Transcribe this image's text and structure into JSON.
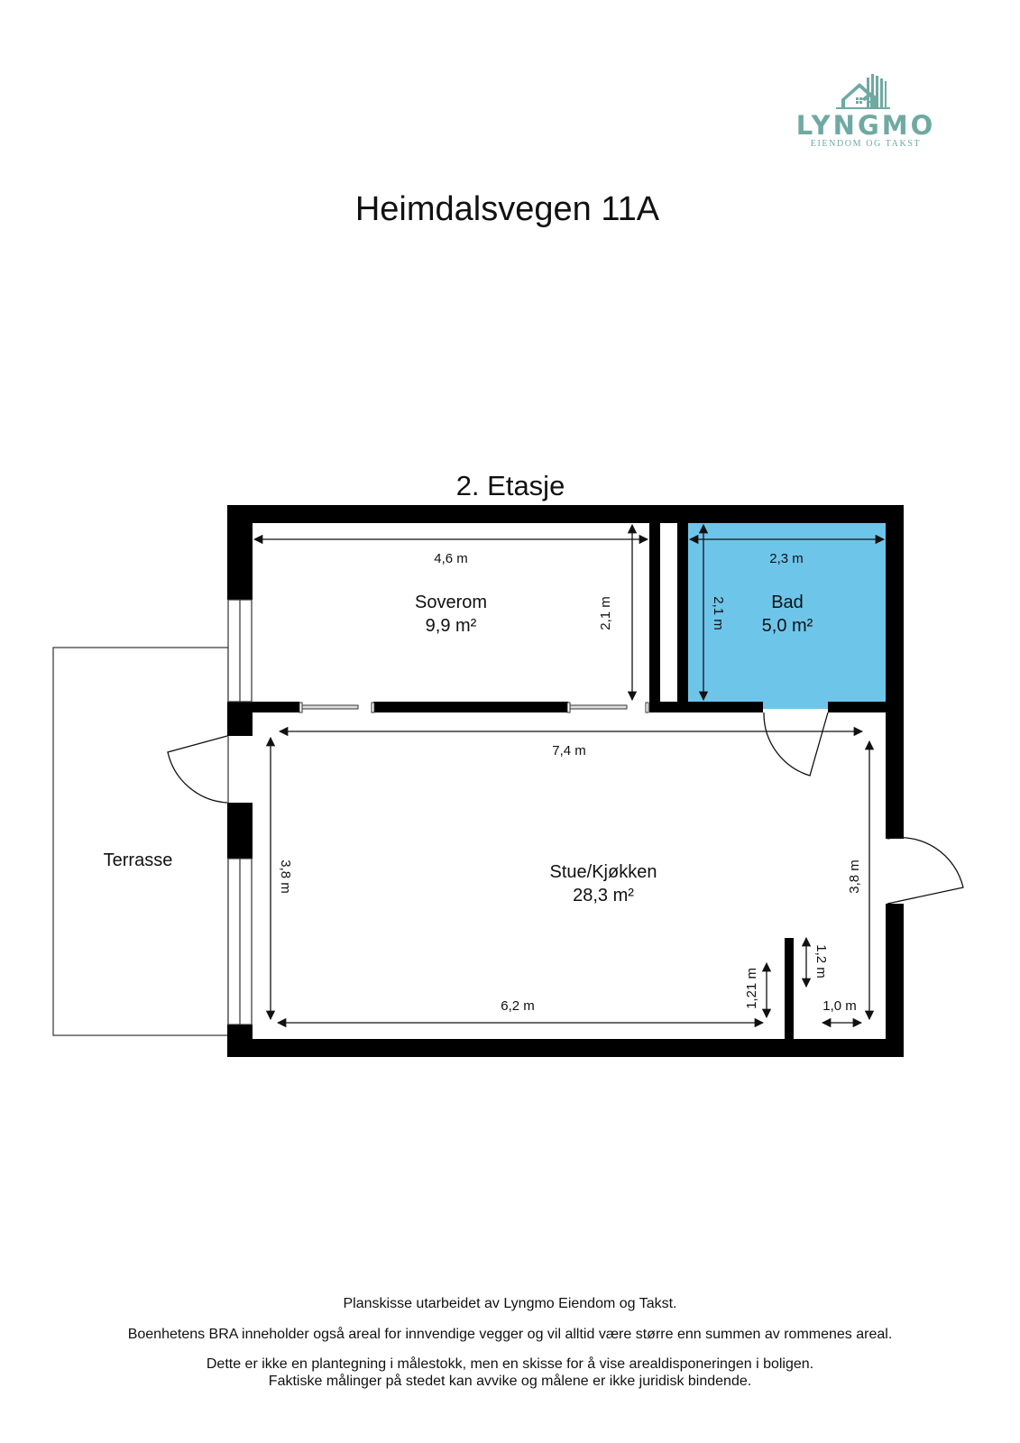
{
  "logo": {
    "icon": "house-buildings-icon",
    "name": "LYNGMO",
    "tagline": "EIENDOM OG TAKST",
    "color": "#6fa9a2"
  },
  "title": "Heimdalsvegen 11A",
  "floor": {
    "label": "2. Etasje",
    "rooms": [
      {
        "name": "Soverom",
        "area": "9,9 m²",
        "fill": "#ffffff"
      },
      {
        "name": "Bad",
        "area": "5,0 m²",
        "fill": "#6ec5ea"
      },
      {
        "name": "Stue/Kjøkken",
        "area": "28,3 m²",
        "fill": "#ffffff"
      },
      {
        "name": "Terrasse",
        "area": "",
        "fill": "#ffffff"
      }
    ],
    "dimensions": {
      "soverom_width": "4,6 m",
      "soverom_depth": "2,1 m",
      "bad_width": "2,3 m",
      "bad_depth": "2,1 m",
      "stue_width": "7,4 m",
      "stue_depth_left": "3,8 m",
      "stue_depth_right": "3,8 m",
      "stue_inner_width": "6,2 m",
      "nook_depth_a": "1,21 m",
      "nook_depth_b": "1,2 m",
      "nook_width": "1,0 m"
    }
  },
  "footer": {
    "line1": "Planskisse utarbeidet av Lyngmo Eiendom og Takst.",
    "line2": "Boenhetens BRA inneholder også areal for innvendige vegger og vil alltid være større enn summen av rommenes areal.",
    "line3": "Dette er ikke en plantegning i målestokk, men en skisse for å vise  arealdisponeringen i boligen.",
    "line4": "Faktiske målinger på stedet kan avvike og målene er ikke juridisk bindende."
  }
}
